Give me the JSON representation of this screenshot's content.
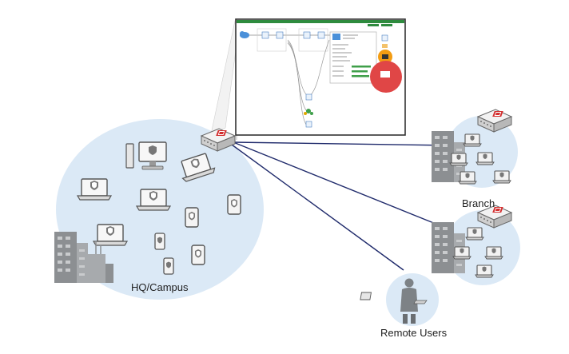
{
  "labels": {
    "hq": "HQ/Campus",
    "branch": "Branch",
    "remote": "Remote Users"
  },
  "colors": {
    "zone_fill": "#dbe9f6",
    "link_line": "#1f2a6b",
    "firewall_accent": "#d32f2f",
    "screenshot_header": "#2e8b3e",
    "building": "#8c8f92"
  },
  "icons": {
    "firewall": "firewall-appliance-icon",
    "laptop": "laptop-icon",
    "desktop": "desktop-computer-icon",
    "tablet": "tablet-icon",
    "phone": "smartphone-icon",
    "building": "office-building-icon",
    "remote_user": "remote-user-icon",
    "cloud": "cloud-icon",
    "shield": "shield-icon"
  }
}
